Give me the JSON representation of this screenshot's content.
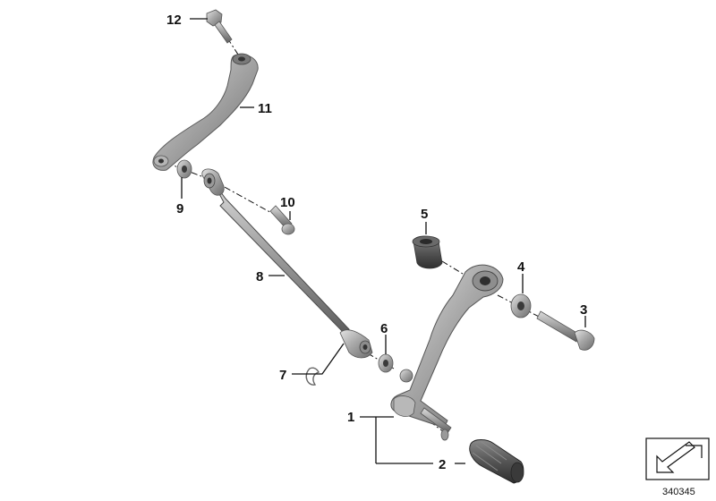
{
  "diagram": {
    "callouts": {
      "p1": "1",
      "p2": "2",
      "p3": "3",
      "p4": "4",
      "p5": "5",
      "p6": "6",
      "p7": "7",
      "p8": "8",
      "p9": "9",
      "p10": "10",
      "p11": "11",
      "p12": "12"
    },
    "diagram_code": "340345",
    "icon": "arrow-icon"
  }
}
